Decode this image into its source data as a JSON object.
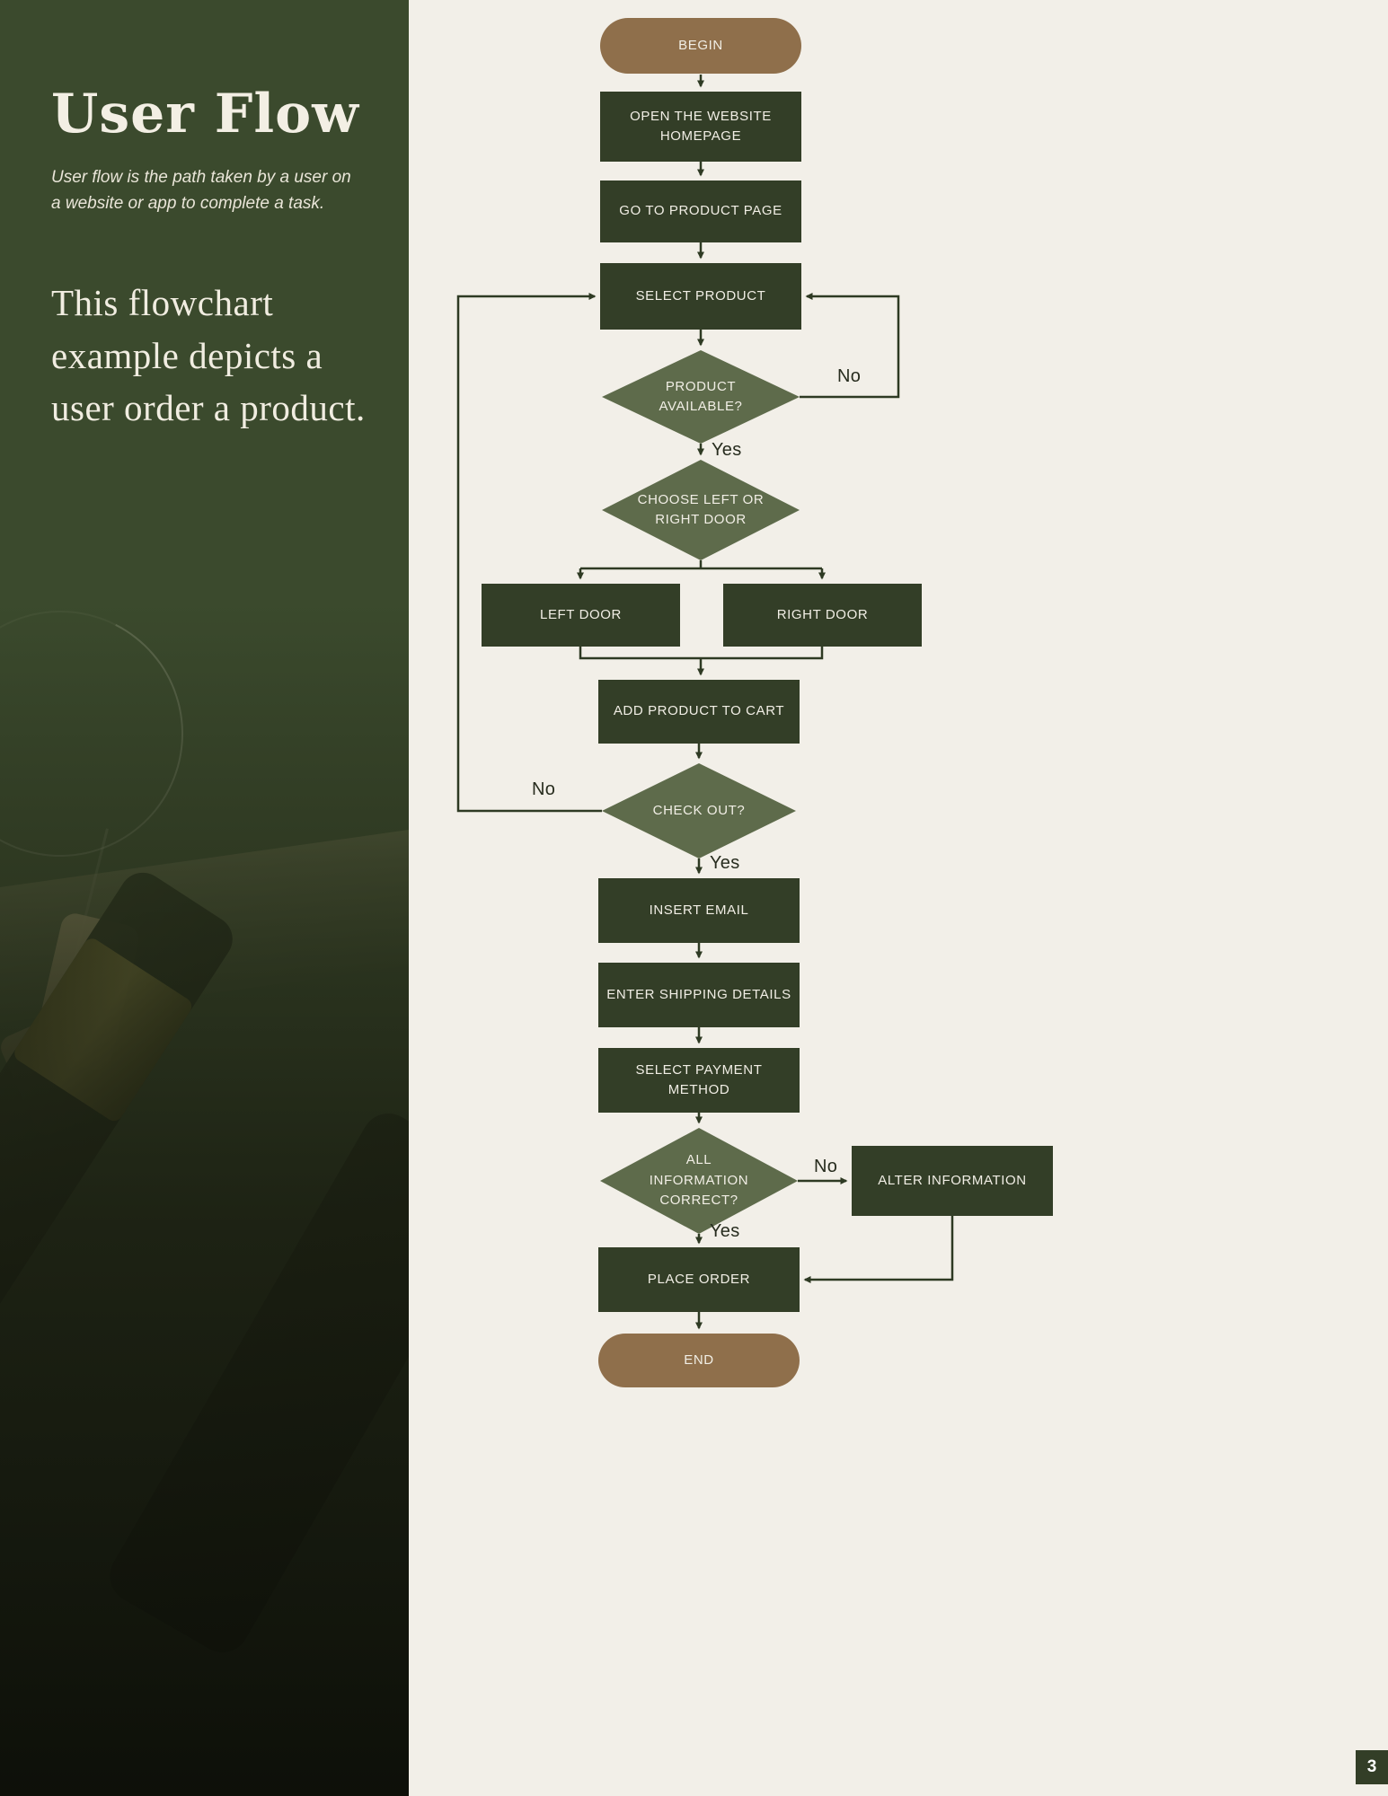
{
  "page": {
    "number": "3"
  },
  "sidebar": {
    "title": "User Flow",
    "subtitle": "User flow is the path taken by a user on a website or app to complete a task.",
    "body": "This flowchart example depicts a user order a product."
  },
  "colors": {
    "sidebar_background": "#3b4a2d",
    "page_background": "#f2efe8",
    "process_fill": "#333e27",
    "decision_fill": "#5e6b4b",
    "terminator_fill": "#8f6f4b",
    "connector": "#2e3a23",
    "node_text": "#f1eee5"
  },
  "flowchart": {
    "nodes": {
      "begin": {
        "label": "BEGIN",
        "type": "terminator"
      },
      "open_homepage": {
        "label": "OPEN THE WEBSITE HOMEPAGE",
        "type": "process"
      },
      "go_product_page": {
        "label": "GO TO PRODUCT PAGE",
        "type": "process"
      },
      "select_product": {
        "label": "SELECT PRODUCT",
        "type": "process"
      },
      "product_available": {
        "label": "PRODUCT AVAILABLE?",
        "type": "decision"
      },
      "choose_door": {
        "label": "CHOOSE LEFT OR RIGHT DOOR",
        "type": "decision"
      },
      "left_door": {
        "label": "LEFT DOOR",
        "type": "process"
      },
      "right_door": {
        "label": "RIGHT DOOR",
        "type": "process"
      },
      "add_to_cart": {
        "label": "ADD PRODUCT TO CART",
        "type": "process"
      },
      "check_out": {
        "label": "CHECK OUT?",
        "type": "decision"
      },
      "insert_email": {
        "label": "INSERT EMAIL",
        "type": "process"
      },
      "shipping": {
        "label": "ENTER SHIPPING DETAILS",
        "type": "process"
      },
      "payment": {
        "label": "SELECT PAYMENT METHOD",
        "type": "process"
      },
      "info_correct": {
        "label": "ALL INFORMATION CORRECT?",
        "type": "decision"
      },
      "alter_info": {
        "label": "ALTER INFORMATION",
        "type": "process"
      },
      "place_order": {
        "label": "PLACE ORDER",
        "type": "process"
      },
      "end": {
        "label": "END",
        "type": "terminator"
      }
    },
    "edge_labels": {
      "product_available_no": "No",
      "product_available_yes": "Yes",
      "check_out_no": "No",
      "check_out_yes": "Yes",
      "info_correct_no": "No",
      "info_correct_yes": "Yes"
    }
  }
}
